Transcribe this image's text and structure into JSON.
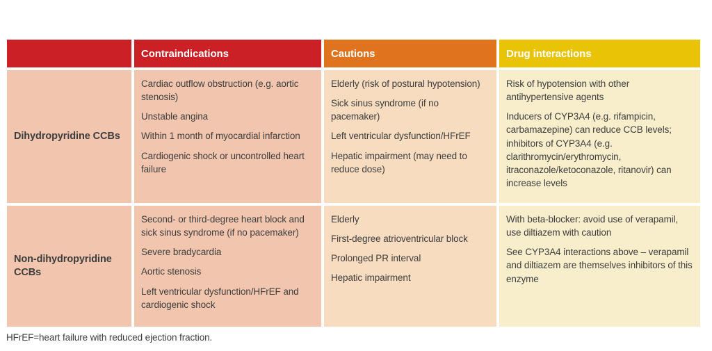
{
  "colors": {
    "header_red": "#cb2026",
    "header_orange": "#e0741e",
    "header_yellow": "#e9c306",
    "cell_salmon": "#f2c6ae",
    "cell_peach": "#f8dcc0",
    "cell_cream": "#f9eecb",
    "body_text": "#3d3d3d",
    "header_text": "#ffffff"
  },
  "table": {
    "header": {
      "corner": "",
      "columns": [
        "Contraindications",
        "Cautions",
        "Drug interactions"
      ]
    },
    "rows": [
      {
        "label": "Dihydropyridine CCBs",
        "contraindications": [
          "Cardiac outflow obstruction (e.g. aortic stenosis)",
          "Unstable angina",
          "Within 1 month of myocardial infarction",
          "Cardiogenic shock or uncontrolled heart failure"
        ],
        "cautions": [
          "Elderly (risk of postural hypotension)",
          "Sick sinus syndrome (if no pacemaker)",
          "Left ventricular dysfunction/HFrEF",
          "Hepatic impairment (may need to reduce dose)"
        ],
        "drug_interactions": [
          "Risk of hypotension with other antihypertensive agents",
          "Inducers of CYP3A4 (e.g. rifampicin, carbamazepine) can reduce CCB levels; inhibitors of CYP3A4 (e.g. clarithromycin/erythromycin, itraconazole/ketoconazole, ritanovir) can increase levels"
        ]
      },
      {
        "label": "Non-dihydropyridine CCBs",
        "contraindications": [
          "Second- or third-degree heart block and sick sinus syndrome (if no pacemaker)",
          "Severe bradycardia",
          "Aortic stenosis",
          "Left ventricular dysfunction/HFrEF and cardiogenic shock"
        ],
        "cautions": [
          "Elderly",
          "First-degree atrioventricular block",
          "Prolonged PR interval",
          "Hepatic impairment"
        ],
        "drug_interactions": [
          "With beta-blocker: avoid use of verapamil, use diltiazem with caution",
          "See CYP3A4 interactions above – verapamil and diltiazem are themselves inhibitors of this enzyme"
        ]
      }
    ]
  },
  "footnote": "HFrEF=heart failure with reduced ejection fraction."
}
